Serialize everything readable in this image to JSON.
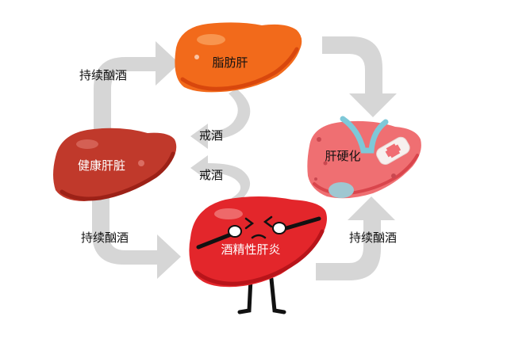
{
  "stages": {
    "healthy": {
      "label": "健康肝脏",
      "color": "#c0392b"
    },
    "fatty": {
      "label": "脂肪肝",
      "color": "#f26a1b"
    },
    "alcoholic_hepatitis": {
      "label": "酒精性肝炎",
      "color": "#e3262b"
    },
    "cirrhosis": {
      "label": "肝硬化",
      "color": "#ef6f72"
    }
  },
  "transitions": {
    "healthy_to_fatty": "持续酗酒",
    "healthy_to_hepatitis": "持续酗酒",
    "hepatitis_to_cirrhosis": "持续酗酒",
    "fatty_to_healthy": "戒酒",
    "hepatitis_to_healthy": "戒酒"
  },
  "colors": {
    "arrow": "#d6d6d6",
    "text_dark": "#111111",
    "text_light": "#ffffff"
  }
}
